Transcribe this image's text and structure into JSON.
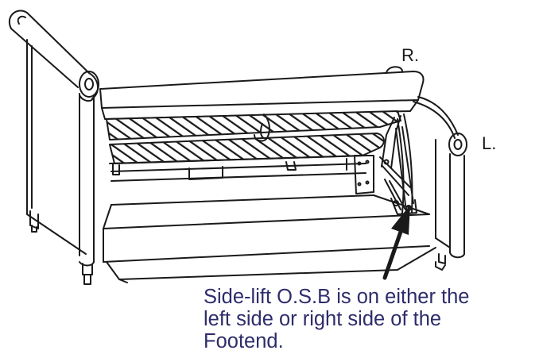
{
  "labels": {
    "right": "R.",
    "left": "L."
  },
  "caption": {
    "lines": [
      "Side-lift O.S.B is on either the",
      "left side or right side of the",
      "Footend."
    ]
  },
  "colors": {
    "line": "#1a1a1a",
    "caption_text": "#2e2c6b",
    "background": "#ffffff"
  },
  "icons": {
    "pointer": "arrow-up-right-icon"
  }
}
